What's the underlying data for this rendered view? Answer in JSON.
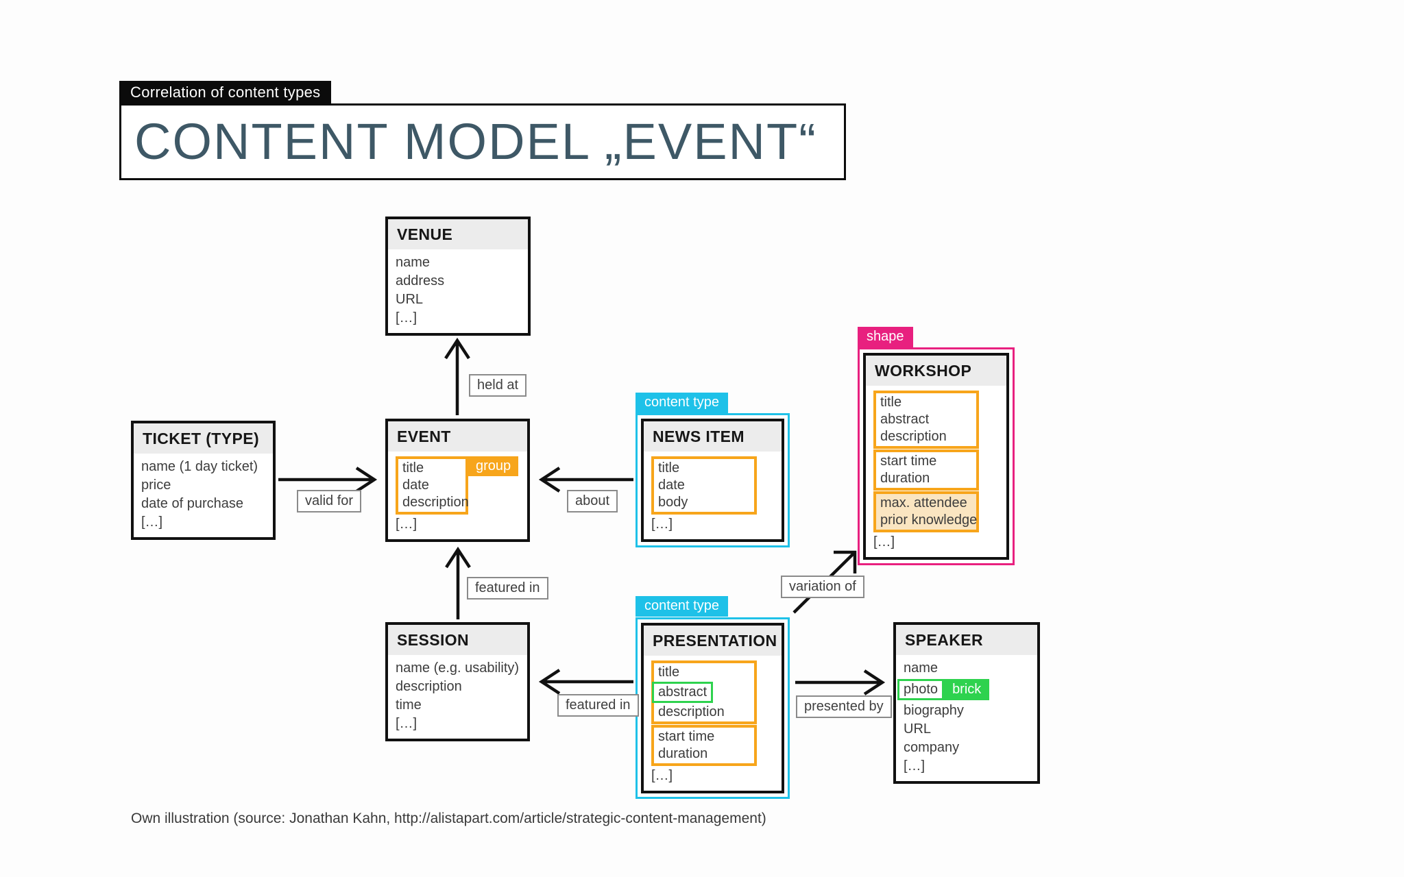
{
  "header": {
    "tag": "Correlation of content types",
    "title": "CONTENT MODEL „EVENT“"
  },
  "boxes": {
    "venue": {
      "title": "VENUE",
      "fields": [
        "name",
        "address",
        "URL",
        "[…]"
      ]
    },
    "ticket": {
      "title": "TICKET (TYPE)",
      "fields": [
        "name (1 day ticket)",
        "price",
        "date of purchase",
        "[…]"
      ]
    },
    "event": {
      "title": "EVENT",
      "group_tag": "group",
      "group_fields": [
        "title",
        "date",
        "description"
      ],
      "ellipsis": "[…]"
    },
    "news_item": {
      "tab": "content type",
      "title": "NEWS ITEM",
      "group_fields": [
        "title",
        "date",
        "body"
      ],
      "ellipsis": "[…]"
    },
    "workshop": {
      "tab": "shape",
      "title": "WORKSHOP",
      "group1_fields": [
        "title",
        "abstract",
        "description"
      ],
      "group2_fields": [
        "start time",
        "duration"
      ],
      "group3_fields": [
        "max. attendee",
        "prior knowledge"
      ],
      "ellipsis": "[…]"
    },
    "session": {
      "title": "SESSION",
      "fields": [
        "name (e.g. usability)",
        "description",
        "time",
        "[…]"
      ]
    },
    "presentation": {
      "tab": "content type",
      "title": "PRESENTATION",
      "group1_field_before": "title",
      "brick_field": "abstract",
      "group1_field_after": "description",
      "group2_fields": [
        "start time",
        "duration"
      ],
      "ellipsis": "[…]"
    },
    "speaker": {
      "title": "SPEAKER",
      "field_before": "name",
      "brick_field": "photo",
      "brick_tag": "brick",
      "fields_after": [
        "biography",
        "URL",
        "company",
        "[…]"
      ]
    }
  },
  "relations": {
    "held_at": "held at",
    "valid_for": "valid for",
    "about": "about",
    "featured_in_event": "featured in",
    "featured_in_session": "featured in",
    "variation_of": "variation of",
    "presented_by": "presented by"
  },
  "legend_colors": {
    "orange_group": "#F7A51B",
    "cyan_content_type": "#1EC1E8",
    "magenta_shape": "#E8207F",
    "green_brick": "#2ED24E"
  },
  "footer": {
    "credit": "Own illustration (source: Jonathan Kahn, http://alistapart.com/article/strategic-content-management)"
  }
}
